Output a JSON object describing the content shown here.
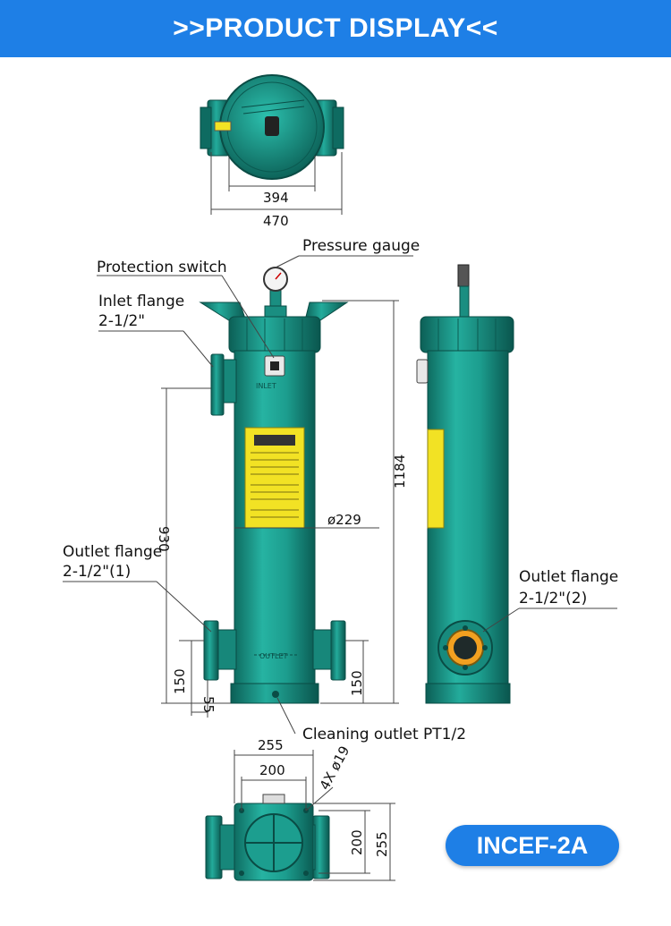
{
  "header": {
    "title": ">>PRODUCT DISPLAY<<"
  },
  "colors": {
    "banner": "#1e7fe6",
    "body": "#1a9a8c",
    "body_dark": "#0f6e63",
    "label": "#f2e224"
  },
  "labels": {
    "pressure_gauge": "Pressure gauge",
    "protection_switch": "Protection switch",
    "inlet_flange": "Inlet flange",
    "inlet_size": "2-1/2\"",
    "outlet_flange_1": "Outlet flange",
    "outlet_size_1": "2-1/2\"(1)",
    "outlet_flange_2": "Outlet flange",
    "outlet_size_2": "2-1/2\"(2)",
    "cleaning_outlet": "Cleaning outlet PT1/2",
    "inlet_mark": "INLET",
    "outlet_mark": "OUTLET"
  },
  "dimensions": {
    "top_inner": "394",
    "top_outer": "470",
    "height_inlet": "930",
    "height_total": "1184",
    "diameter": "ø229",
    "outlet_height_left": "150",
    "outlet_offset": "55",
    "outlet_height_right": "150",
    "base_width_outer": "255",
    "base_width_inner": "200",
    "bolt_holes": "4X ø19",
    "base_depth_inner": "200",
    "base_depth_outer": "255"
  },
  "model": "INCEF-2A"
}
